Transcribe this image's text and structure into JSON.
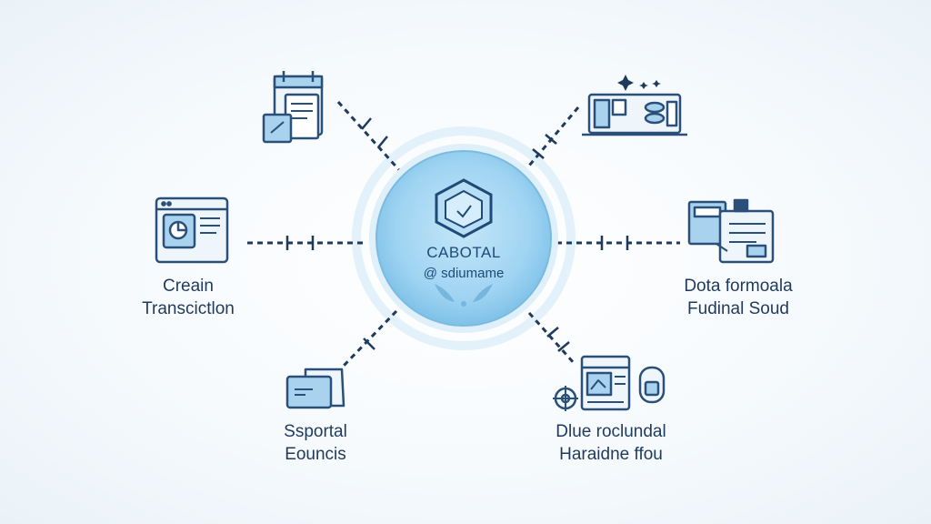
{
  "hub": {
    "title": "CABOTAL",
    "subtitle": "@ sdiumame",
    "icon": "shield-icon"
  },
  "nodes": [
    {
      "id": "top-left",
      "icon": "document-calendar-icon",
      "label_lines": []
    },
    {
      "id": "top-right",
      "icon": "dashboard-panel-icon",
      "label_lines": []
    },
    {
      "id": "left",
      "icon": "browser-chart-icon",
      "label_lines": [
        "Creain",
        "Transcictlon"
      ]
    },
    {
      "id": "right",
      "icon": "documents-stack-icon",
      "label_lines": [
        "Dota formoala",
        "Fudinal Soud"
      ]
    },
    {
      "id": "bottom-left",
      "icon": "folder-icon",
      "label_lines": [
        "Ssportal",
        "Eouncis"
      ]
    },
    {
      "id": "bottom-right",
      "icon": "document-lock-icon",
      "label_lines": [
        "Dlue roclundal",
        "Haraidne ffou"
      ]
    }
  ],
  "colors": {
    "line": "#1f3a5c",
    "icon_stroke": "#2a4f78",
    "icon_fill": "#a9d2ef",
    "hub_fill": "#9fd4f2",
    "hub_ring": "#cbe7f8",
    "text": "#1f3a5c"
  }
}
